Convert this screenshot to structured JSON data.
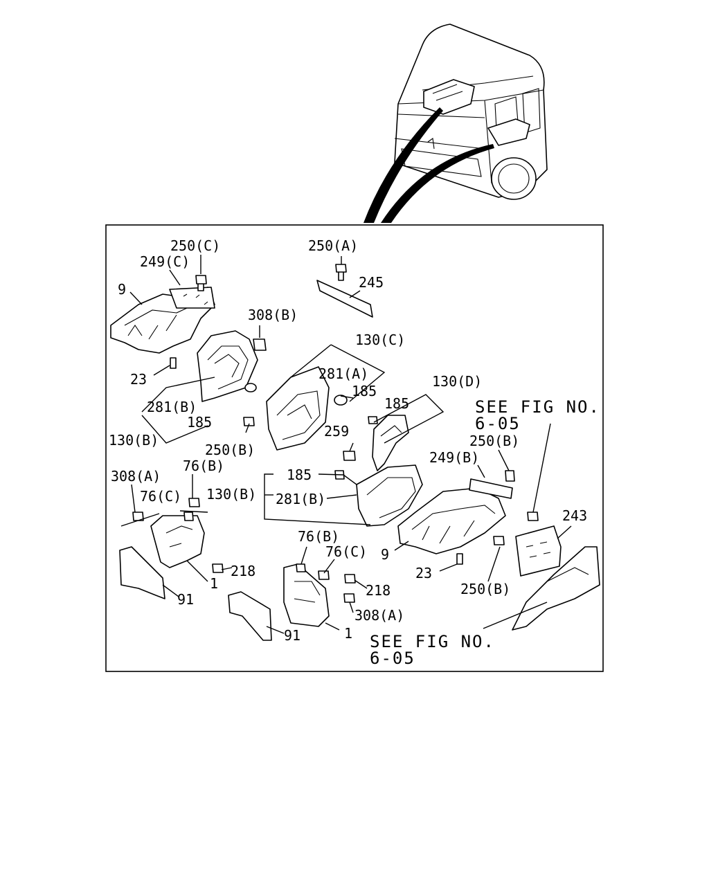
{
  "callouts": {
    "p250c": "250(C)",
    "p249c": "249(C)",
    "p9_left": "9",
    "p23_left": "23",
    "p308b": "308(B)",
    "p281b_left": "281(B)",
    "p185_left": "185",
    "p130b_left": "130(B)",
    "p250a": "250(A)",
    "p245": "245",
    "p130c": "130(C)",
    "p281a": "281(A)",
    "p185_mid": "185",
    "p250b_left": "250(B)",
    "p259": "259",
    "p130d": "130(D)",
    "p185_right": "185",
    "p250b_right": "250(B)",
    "p249b": "249(B)",
    "p185_center": "185",
    "p130b_center": "130(B)",
    "p281b_center": "281(B)",
    "p9_right": "9",
    "p23_right": "23",
    "p250b_bottom": "250(B)",
    "p243": "243",
    "p308a_left": "308(A)",
    "p76b_left": "76(B)",
    "p76c_left": "76(C)",
    "p218_left": "218",
    "p1_left": "1",
    "p91_left": "91",
    "p76b_right": "76(B)",
    "p76c_right": "76(C)",
    "p218_right": "218",
    "p308a_right": "308(A)",
    "p1_right": "1",
    "p91_right": "91"
  },
  "refs": {
    "see_fig_top_line1": "SEE FIG NO.",
    "see_fig_top_line2": "6-05",
    "see_fig_bottom_line1": "SEE FIG NO.",
    "see_fig_bottom_line2": "6-05"
  }
}
